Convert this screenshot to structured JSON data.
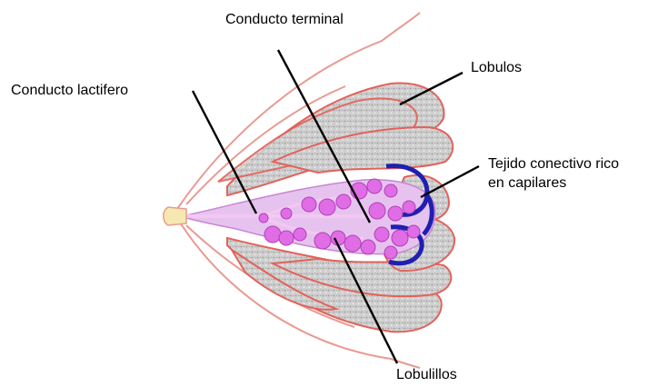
{
  "labels": {
    "conducto_terminal": "Conducto terminal",
    "conducto_lactifero": "Conducto lactifero",
    "lobulos": "Lobulos",
    "tejido_line1": "Tejido conectivo rico",
    "tejido_line2": "en capilares",
    "lobulillos": "Lobulillos"
  },
  "colors": {
    "skin_outline": "#e89a92",
    "lobe_fill": "#c9c9c9",
    "lobe_outline": "#e2625a",
    "lobule_fill": "#e16de6",
    "duct": "#f3c8f3",
    "connective": "#1f1fb0",
    "leader_line": "#000000"
  }
}
